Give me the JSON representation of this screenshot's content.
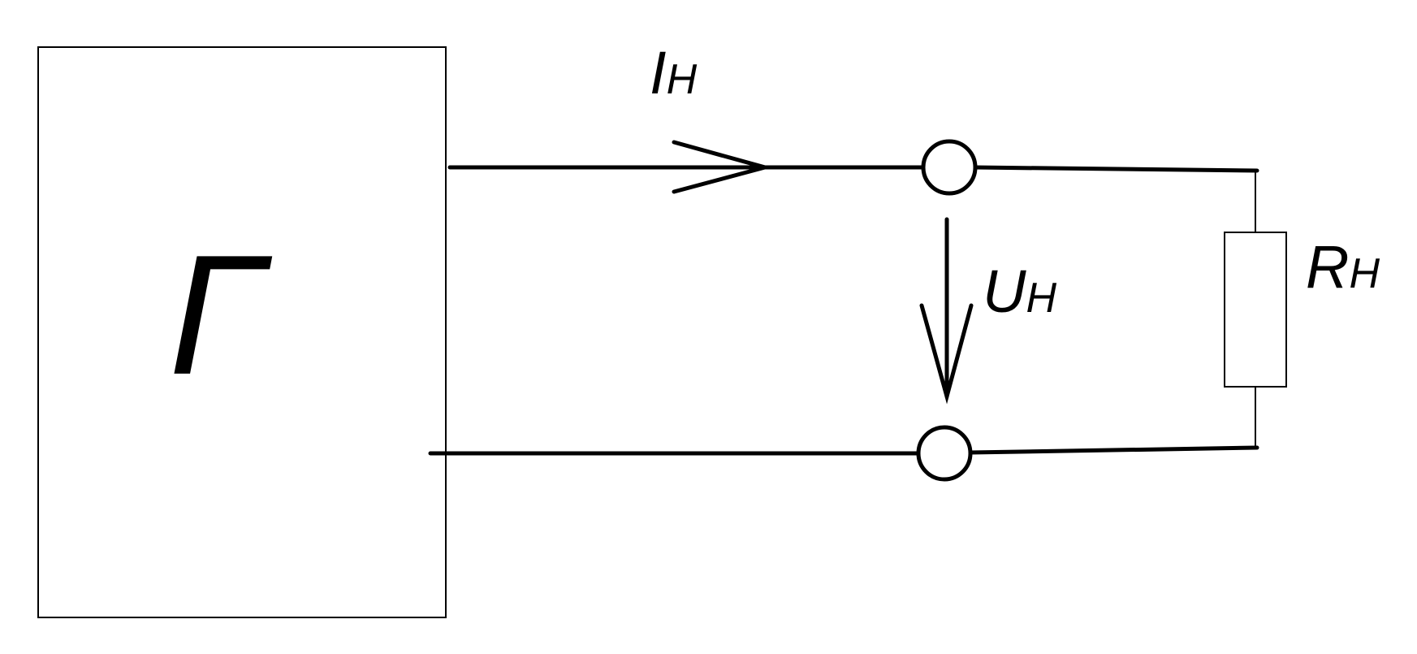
{
  "generator": {
    "label": "Г"
  },
  "current": {
    "symbol": "I",
    "subscript": "Н"
  },
  "voltage": {
    "symbol": "U",
    "subscript": "Н"
  },
  "load": {
    "symbol": "R",
    "subscript": "Н"
  }
}
